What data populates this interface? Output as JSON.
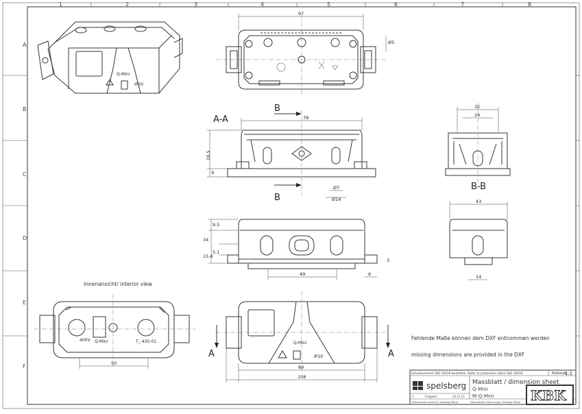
{
  "grid": {
    "columns": [
      "1",
      "2",
      "3",
      "4",
      "5",
      "6",
      "7",
      "8"
    ],
    "rows": [
      "A",
      "B",
      "C",
      "D",
      "E",
      "F"
    ]
  },
  "views": {
    "section_aa": "A-A",
    "section_bb": "B-B",
    "section_letter_b": "B",
    "section_letter_a": "A",
    "interior_view": "Innenansicht/ interior view"
  },
  "dimensions": {
    "top_width": "97",
    "hole_dia": "Ø5",
    "aa_width": "78",
    "aa_height": "28,5",
    "aa_base": "9",
    "aa_hole7": "Ø7",
    "aa_hole14": "Ø14",
    "bb_width32": "32",
    "bb_width24": "24",
    "side_width43": "43",
    "front_h34": "34",
    "front_h95": "9,5",
    "front_h154": "15,4",
    "front_h51": "5,1",
    "front_h3": "3",
    "front_w49": "49",
    "front_w6": "6",
    "side_w14": "14",
    "int_w50": "50",
    "bot_w89": "89",
    "bot_w108": "108"
  },
  "product": {
    "label_qmini": "Q-Mini",
    "label_ip20": "IP20",
    "interior_labels": [
      "400V",
      "Q-Mini",
      "T_-435-01"
    ]
  },
  "notes": {
    "de": "Fehlende Maße können dem DXF entnommen werden",
    "en": "missing dimensions are provided in the DXF"
  },
  "title_block": {
    "standard_note": "Schutzvermerk ISO 16016 beachten. Refer to protection notice ISO 16016.",
    "scale_label": "Maßstab",
    "scale_value": "1:1",
    "brand": "spelsberg",
    "title": "Massblatt / dimension sheet",
    "line1": "Q-Mini",
    "line2": "M-Q-Mini",
    "small1": "1",
    "small2": "Freigabe",
    "small3": "16.11.15",
    "small4": "Dokumente Ansicht / Anhang Pläne",
    "small5": "Dokumente Zeichnung / Anhang Pläne"
  },
  "watermark": "KBK"
}
